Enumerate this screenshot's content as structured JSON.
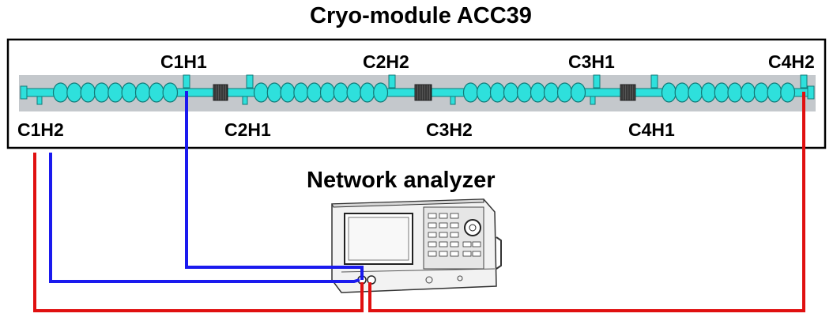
{
  "title": "Cryo-module ACC39",
  "analyzer_title": "Network analyzer",
  "ports": {
    "c1h1": "C1H1",
    "c2h2": "C2H2",
    "c3h1": "C3H1",
    "c4h2": "C4H2",
    "c1h2": "C1H2",
    "c2h1": "C2H1",
    "c3h2": "C3H2",
    "c4h1": "C4H1"
  },
  "colors": {
    "cavity": "#2ee0dc",
    "beam_band": "#c4c8cc",
    "cable_blue": "#1a1aee",
    "cable_red": "#e01010",
    "module_border": "#000000"
  }
}
